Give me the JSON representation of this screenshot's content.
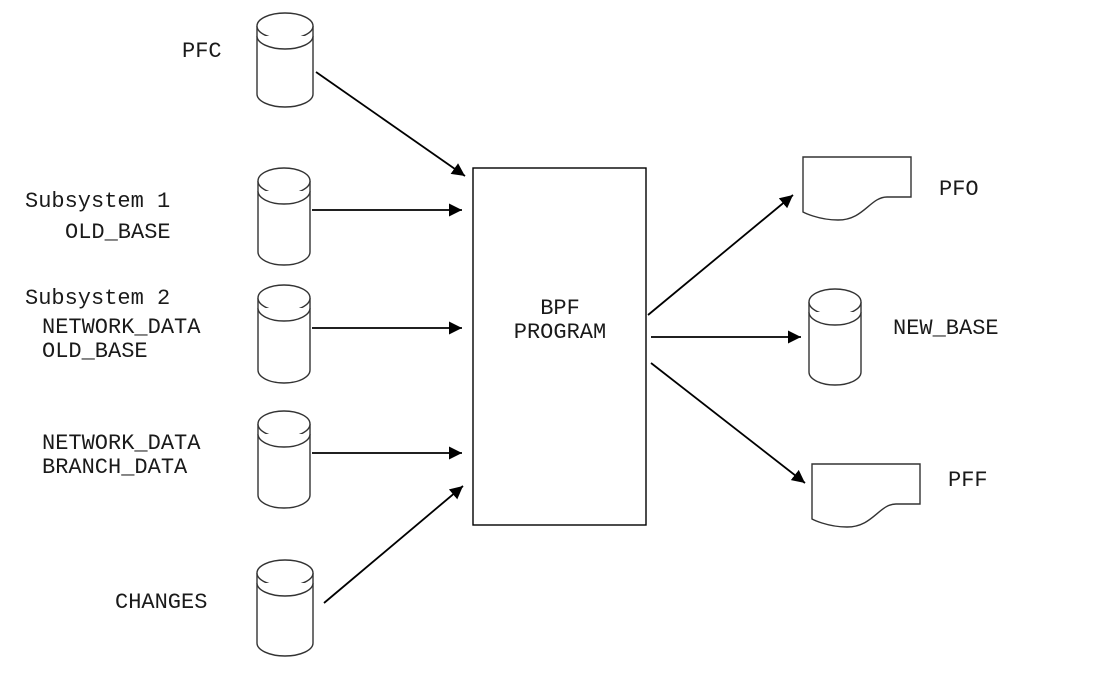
{
  "diagram": {
    "process": {
      "line1": "BPF",
      "line2": "PROGRAM"
    },
    "inputs": {
      "pfc": {
        "label": "PFC"
      },
      "subsystem1": {
        "line1": "Subsystem 1",
        "line2": "OLD_BASE"
      },
      "subsystem2": {
        "line1": "Subsystem 2",
        "line2": "NETWORK_DATA",
        "line3": "OLD_BASE"
      },
      "network_branch": {
        "line1": "NETWORK_DATA",
        "line2": "BRANCH_DATA"
      },
      "changes": {
        "label": "CHANGES"
      }
    },
    "outputs": {
      "pfo": {
        "label": "PFO"
      },
      "new_base": {
        "label": "NEW_BASE"
      },
      "pff": {
        "label": "PFF"
      }
    },
    "colors": {
      "stroke": "#333333",
      "arrow": "#000000",
      "text": "#1a1a1a",
      "background": "#ffffff"
    }
  }
}
